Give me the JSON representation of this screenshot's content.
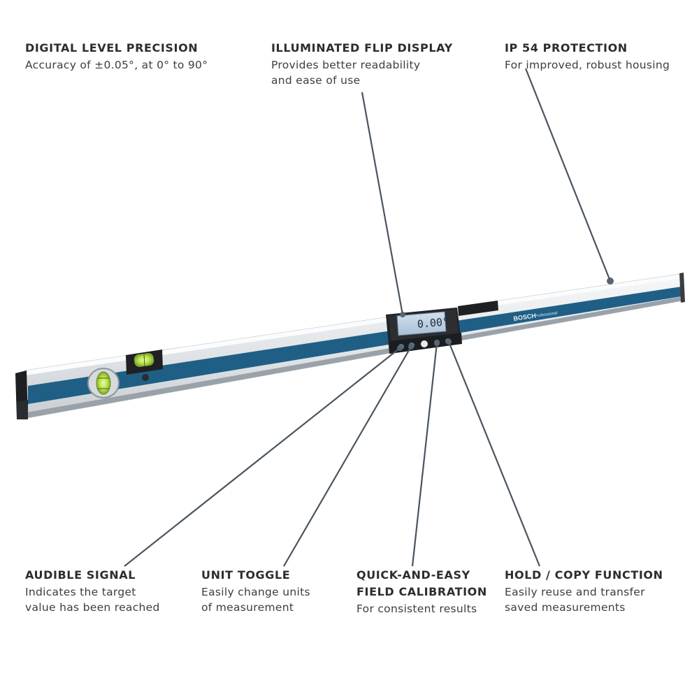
{
  "callouts": {
    "precision": {
      "title": "DIGITAL LEVEL PRECISION",
      "lines": [
        "Accuracy of ±0.05°, at 0° to 90°"
      ]
    },
    "display": {
      "title": "ILLUMINATED FLIP DISPLAY",
      "lines": [
        "Provides better readability",
        "and ease of use"
      ]
    },
    "ip": {
      "title": "IP 54 PROTECTION",
      "lines": [
        "For improved, robust housing"
      ]
    },
    "audible": {
      "title": "AUDIBLE SIGNAL",
      "lines": [
        "Indicates the target",
        "value has been reached"
      ]
    },
    "unit": {
      "title": "UNIT TOGGLE",
      "lines": [
        "Easily change units",
        "of measurement"
      ]
    },
    "calib": {
      "title_lines": [
        "QUICK-AND-EASY",
        "FIELD CALIBRATION"
      ],
      "lines": [
        "For consistent results"
      ]
    },
    "hold": {
      "title": "HOLD / COPY FUNCTION",
      "lines": [
        "Easily reuse and transfer",
        "saved measurements"
      ]
    }
  },
  "device": {
    "reading": "0.00°",
    "brand": "BOSCH",
    "series": "Professional"
  },
  "colors": {
    "stripe": "#1f5f86",
    "body": "#dfe3e6",
    "leader": "#4a5560",
    "dot": "#5a6470",
    "lcd": "#b9cde0"
  }
}
